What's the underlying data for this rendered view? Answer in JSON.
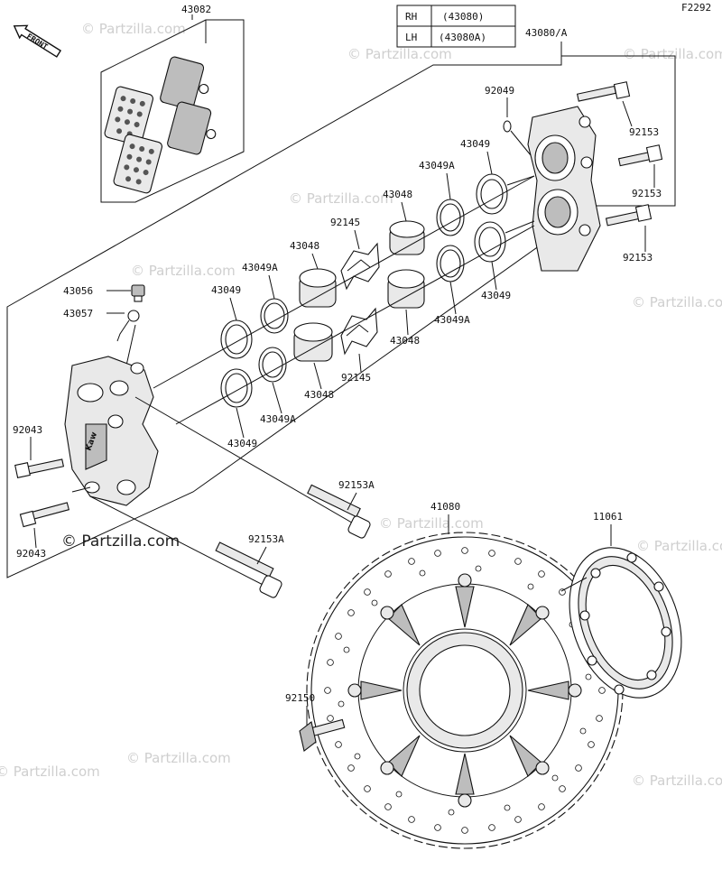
{
  "figure_code": "F2292",
  "front_label": "FRONT",
  "variant_table": {
    "rows": [
      {
        "side": "RH",
        "part": "(43080)"
      },
      {
        "side": "LH",
        "part": "(43080A)"
      }
    ]
  },
  "watermark": "© Partzilla.com",
  "watermark_main": "© Partzilla.com",
  "callouts": {
    "c43082": "43082",
    "c43080A": "43080/A",
    "c92049": "92049",
    "c92153_1": "92153",
    "c92153_2": "92153",
    "c92153_3": "92153",
    "c43049_r1": "43049",
    "c43049A_r1": "43049A",
    "c43048_r1": "43048",
    "c92145_1": "92145",
    "c43048_r2": "43048",
    "c43049A_r2": "43049A",
    "c43049_r2": "43049",
    "c43049A_r3": "43049A",
    "c43048_r3": "43048",
    "c43056": "43056",
    "c43057": "43057",
    "c43049_l1": "43049",
    "c92145_2": "92145",
    "c43048_l2": "43048",
    "c43049A_l2": "43049A",
    "c43049_l3": "43049",
    "c92043_1": "92043",
    "c92043_2": "92043",
    "c92153A_1": "92153A",
    "c92153A_2": "92153A",
    "c41080": "41080",
    "c11061": "11061",
    "c92150": "92150"
  }
}
